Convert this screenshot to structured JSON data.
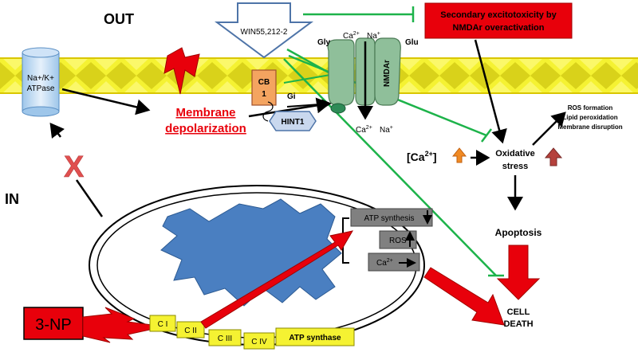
{
  "regions": {
    "out": "OUT",
    "in": "IN"
  },
  "pump": {
    "line1": "Na+/K+",
    "line2": "ATPase"
  },
  "inhibit_mark": "X",
  "drug": {
    "win": "WIN55,212-2",
    "toxin": "3-NP"
  },
  "cb1": {
    "line1": "CB",
    "line2": "1",
    "gi": "Gi",
    "hint1": "HINT1"
  },
  "nmdar": {
    "label": "NMDAr",
    "gly": "Gly",
    "glu": "Glu"
  },
  "ions": {
    "ca_out": "Ca",
    "na_out": "Na",
    "ca_in": "Ca",
    "na_in": "Na",
    "ca_sup": "2+",
    "na_sup": "+"
  },
  "depolarization": {
    "line1": "Membrane",
    "line2": "depolarization"
  },
  "secondary": {
    "line1": "Secondary excitotoxicity by",
    "line2": "NMDAr overactivation"
  },
  "calcium": {
    "text": "[Ca",
    "sup": "2+",
    "close": "]"
  },
  "oxidative": {
    "line1": "Oxidative",
    "line2": "stress"
  },
  "ros_effects": [
    "ROS formation",
    "Lipid peroxidation",
    "Membrane disruption"
  ],
  "apoptosis": "Apoptosis",
  "cell_death": {
    "line1": "CELL",
    "line2": "DEATH"
  },
  "mito_boxes": {
    "atp_synthesis": "ATP synthesis",
    "ros": "ROS",
    "ca": "Ca",
    "ca_sup": "2+"
  },
  "complexes": [
    "C I",
    "C II",
    "C III",
    "C IV",
    "ATP synthase"
  ],
  "colors": {
    "red": "#e8000b",
    "membrane": "#f5f232",
    "mito": "#4a7fc1",
    "nmdar": "#8fbf9a",
    "cb1": "#f4a460",
    "green_line": "#1db34a"
  }
}
